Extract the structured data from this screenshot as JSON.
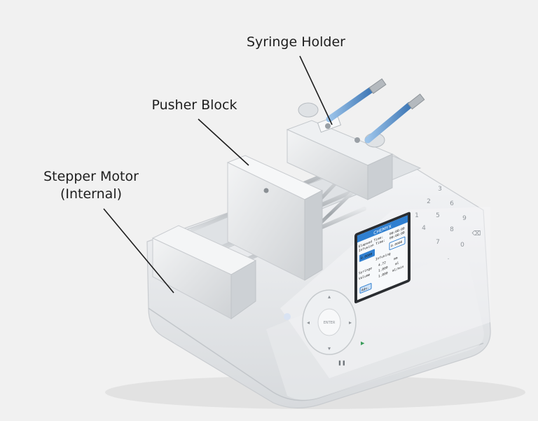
{
  "labels": {
    "syringe_holder": "Syringe Holder",
    "pusher_block": "Pusher Block",
    "stepper_motor": "Stepper Motor\n(Internal)"
  },
  "device": {
    "brand": "CHEMYX",
    "keypad_keys": [
      "1",
      "2",
      "3",
      "4",
      "5",
      "6",
      "7",
      "8",
      "9",
      ".",
      "0",
      "⌫"
    ],
    "enter_label": "ENTER",
    "screen": {
      "elapsed_label": "Elapsed Time:",
      "elapsed_value": "00:00:00",
      "infusion_label": "Infusion Time:",
      "infusion_value": "00:00:00",
      "value_left": "0.0000",
      "value_right": "0.0000",
      "status": "Infusing",
      "syringe_label": "Syringe",
      "syringe_value": "4.72",
      "syringe_unit": "mm",
      "volume_label": "Volume",
      "volume_value": "1.000",
      "volume_unit": "ml",
      "rate_value": "1.000",
      "rate_unit": "ml/min",
      "button": "Adv."
    }
  },
  "colors": {
    "background": "#f1f1f1",
    "body": "#eceef0",
    "metal": "#c8ccd0",
    "screen_accent": "#2f7fd0",
    "leader_line": "#1e1e1e"
  }
}
